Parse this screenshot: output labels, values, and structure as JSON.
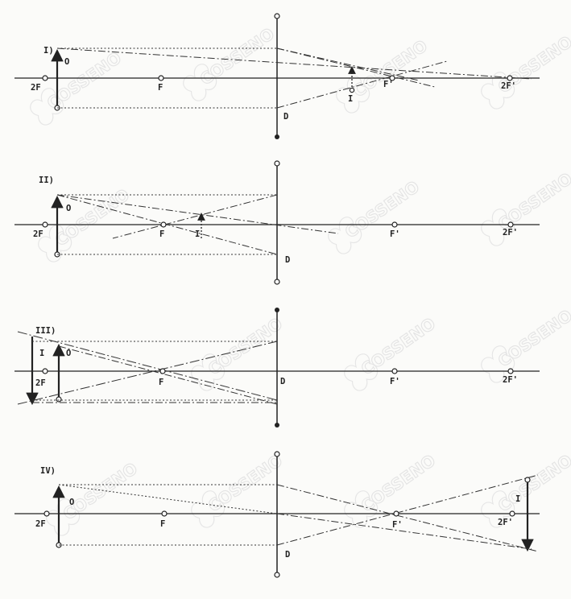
{
  "diagram": {
    "watermark": "COSSENO",
    "panels": [
      {
        "id": "I",
        "numeral": "I)",
        "object_label": "O",
        "image_label": "I",
        "lens_label": "D",
        "points": {
          "p2f": "2F",
          "pf": "F",
          "pfp": "F'",
          "p2fp": "2F'"
        }
      },
      {
        "id": "II",
        "numeral": "II)",
        "object_label": "O",
        "image_label": "I",
        "lens_label": "D",
        "points": {
          "p2f": "2F",
          "pf": "F",
          "pfp": "F'",
          "p2fp": "2F'"
        }
      },
      {
        "id": "III",
        "numeral": "III)",
        "object_label": "O",
        "image_label": "I",
        "lens_label": "D",
        "points": {
          "p2f": "2F",
          "pf": "F",
          "pfp": "F'",
          "p2fp": "2F'"
        }
      },
      {
        "id": "IV",
        "numeral": "IV)",
        "object_label": "O",
        "image_label": "I",
        "lens_label": "D",
        "points": {
          "p2f": "2F",
          "pf": "F",
          "pfp": "F'",
          "p2fp": "2F'"
        }
      }
    ]
  }
}
